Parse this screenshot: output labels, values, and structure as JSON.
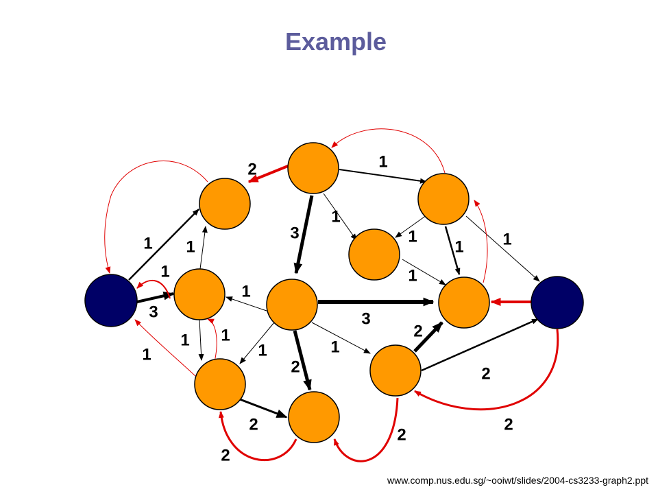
{
  "slide": {
    "title": "Example",
    "source": "www.comp.nus.edu.sg/~ooiwt/slides/2004-cs3233-graph2.ppt"
  },
  "colors": {
    "title": "#5c5c9c",
    "source_sink": "#000066",
    "node": "#ff9900",
    "residual": "#e00000",
    "edge": "#000000"
  },
  "graph": {
    "nodes": [
      {
        "id": "s",
        "kind": "source"
      },
      {
        "id": "a",
        "kind": "inner"
      },
      {
        "id": "b",
        "kind": "inner"
      },
      {
        "id": "c",
        "kind": "inner"
      },
      {
        "id": "d",
        "kind": "inner"
      },
      {
        "id": "e",
        "kind": "inner"
      },
      {
        "id": "f",
        "kind": "inner"
      },
      {
        "id": "g",
        "kind": "inner"
      },
      {
        "id": "h",
        "kind": "inner"
      },
      {
        "id": "i",
        "kind": "inner"
      },
      {
        "id": "j",
        "kind": "inner"
      },
      {
        "id": "t",
        "kind": "sink"
      }
    ],
    "edges": [
      {
        "from": "s",
        "to": "a",
        "weight": "1",
        "style": "flow"
      },
      {
        "from": "s",
        "to": "b",
        "weight": "3",
        "style": "flow"
      },
      {
        "from": "b",
        "to": "a",
        "weight": "1",
        "style": "flow"
      },
      {
        "from": "b",
        "to": "e",
        "weight": "1",
        "style": "flow"
      },
      {
        "from": "d",
        "to": "b",
        "weight": "1",
        "style": "flow"
      },
      {
        "from": "d",
        "to": "e",
        "weight": "1",
        "style": "flow"
      },
      {
        "from": "c",
        "to": "d",
        "weight": "3",
        "style": "flow"
      },
      {
        "from": "c",
        "to": "f",
        "weight": "1",
        "style": "flow"
      },
      {
        "from": "c",
        "to": "g",
        "weight": "1",
        "style": "flow"
      },
      {
        "from": "g",
        "to": "f",
        "weight": "1",
        "style": "flow"
      },
      {
        "from": "g",
        "to": "h",
        "weight": "1",
        "style": "flow"
      },
      {
        "from": "f",
        "to": "h",
        "weight": "1",
        "style": "flow"
      },
      {
        "from": "g",
        "to": "t",
        "weight": "1",
        "style": "flow"
      },
      {
        "from": "d",
        "to": "h",
        "weight": "3",
        "style": "flow"
      },
      {
        "from": "d",
        "to": "i",
        "weight": "2",
        "style": "flow"
      },
      {
        "from": "d",
        "to": "j",
        "weight": "1",
        "style": "flow"
      },
      {
        "from": "e",
        "to": "i",
        "weight": "2",
        "style": "flow"
      },
      {
        "from": "j",
        "to": "h",
        "weight": "2",
        "style": "flow"
      },
      {
        "from": "j",
        "to": "t",
        "weight": "2",
        "style": "flow"
      },
      {
        "from": "c",
        "to": "a",
        "weight": "2",
        "style": "residual"
      },
      {
        "from": "b",
        "to": "s",
        "weight": "1",
        "style": "residual"
      },
      {
        "from": "e",
        "to": "s",
        "weight": "1",
        "style": "residual"
      },
      {
        "from": "e",
        "to": "b",
        "weight": "1",
        "style": "residual"
      },
      {
        "from": "t",
        "to": "h",
        "weight": "",
        "style": "residual"
      },
      {
        "from": "a",
        "to": "s",
        "weight": "",
        "style": "residual"
      },
      {
        "from": "g",
        "to": "c",
        "weight": "",
        "style": "residual"
      },
      {
        "from": "h",
        "to": "g",
        "weight": "",
        "style": "residual"
      },
      {
        "from": "i",
        "to": "e",
        "weight": "2",
        "style": "residual"
      },
      {
        "from": "j",
        "to": "i",
        "weight": "2",
        "style": "residual"
      },
      {
        "from": "t",
        "to": "j",
        "weight": "2",
        "style": "residual"
      }
    ]
  }
}
